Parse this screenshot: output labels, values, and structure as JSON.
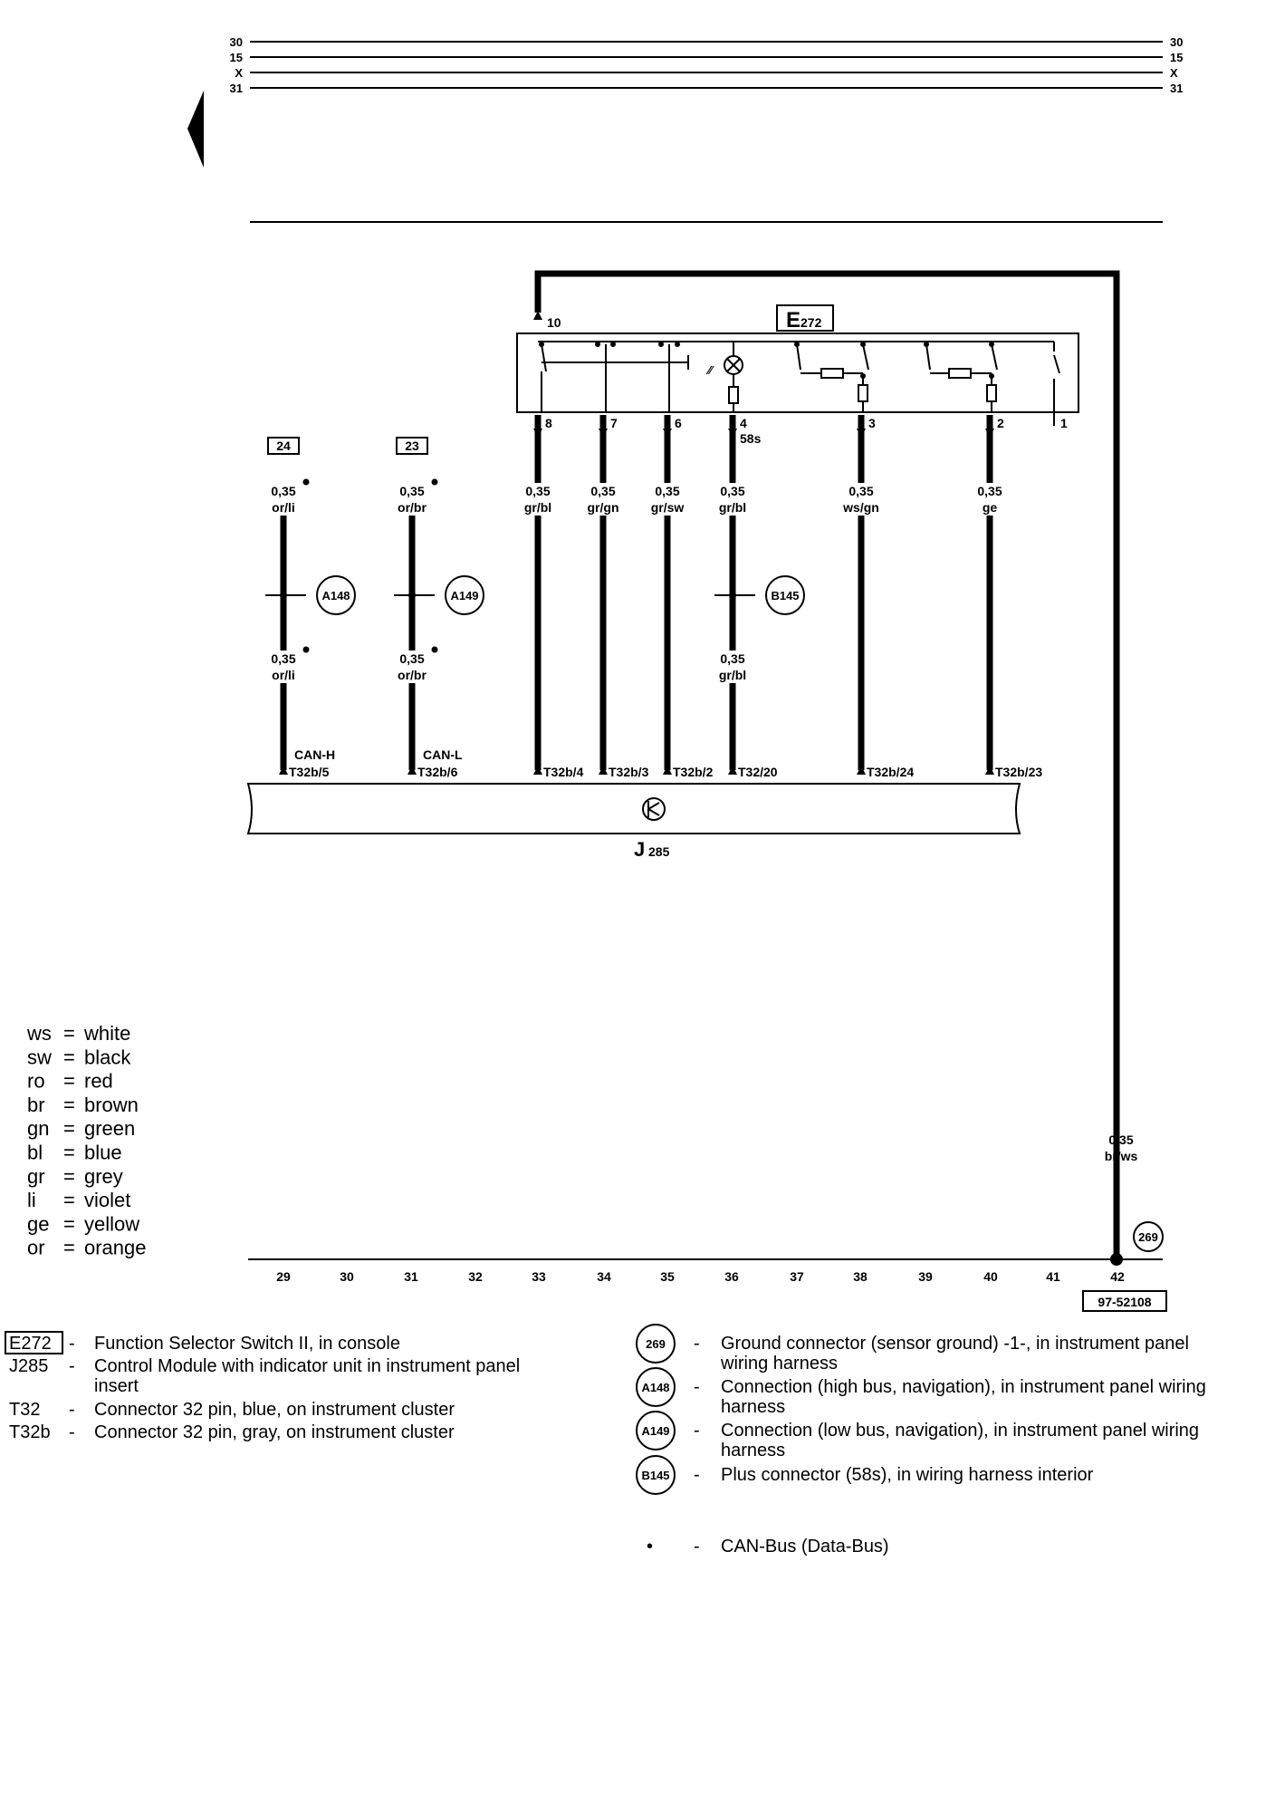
{
  "rails": [
    {
      "label": "30"
    },
    {
      "label": "15"
    },
    {
      "label": "X"
    },
    {
      "label": "31"
    }
  ],
  "component_E272": {
    "code": "E",
    "sub": "272"
  },
  "component_J285": {
    "code": "J",
    "sub": "285"
  },
  "wires": [
    {
      "id": "24",
      "size": "0,35",
      "color": "or/li",
      "size2": "0,35",
      "color2": "or/li",
      "bus": "CAN-H",
      "pin": "T32b/5",
      "connector": "A148"
    },
    {
      "id": "23",
      "size": "0,35",
      "color": "or/br",
      "size2": "0,35",
      "color2": "or/br",
      "bus": "CAN-L",
      "pin": "T32b/6",
      "connector": "A149"
    },
    {
      "e_pin": "8",
      "size": "0,35",
      "color": "gr/bl",
      "pin": "T32b/4"
    },
    {
      "e_pin": "7",
      "size": "0,35",
      "color": "gr/gn",
      "pin": "T32b/3"
    },
    {
      "e_pin": "6",
      "size": "0,35",
      "color": "gr/sw",
      "pin": "T32b/2"
    },
    {
      "e_pin": "4",
      "e_pin_note": "58s",
      "size": "0,35",
      "color": "gr/bl",
      "size2": "0,35",
      "color2": "gr/bl",
      "pin": "T32/20",
      "connector": "B145"
    },
    {
      "e_pin": "3",
      "size": "0,35",
      "color": "ws/gn",
      "pin": "T32b/24"
    },
    {
      "e_pin": "2",
      "size": "0,35",
      "color": "ge",
      "pin": "T32b/23"
    },
    {
      "e_pin": "1"
    }
  ],
  "ground_wire": {
    "e_pin": "10",
    "size": "0,35",
    "color": "br/ws",
    "ground": "269"
  },
  "tracks": [
    "29",
    "30",
    "31",
    "32",
    "33",
    "34",
    "35",
    "36",
    "37",
    "38",
    "39",
    "40",
    "41",
    "42"
  ],
  "diagram_id": "97-52108",
  "color_legend": [
    {
      "code": "ws",
      "name": "white"
    },
    {
      "code": "sw",
      "name": "black"
    },
    {
      "code": "ro",
      "name": "red"
    },
    {
      "code": "br",
      "name": "brown"
    },
    {
      "code": "gn",
      "name": "green"
    },
    {
      "code": "bl",
      "name": "blue"
    },
    {
      "code": "gr",
      "name": "grey"
    },
    {
      "code": "li",
      "name": "violet"
    },
    {
      "code": "ge",
      "name": "yellow"
    },
    {
      "code": "or",
      "name": "orange"
    }
  ],
  "components_key": [
    {
      "code": "E272",
      "boxed": true,
      "text1": "Function Selector Switch II, in console",
      "text2": ""
    },
    {
      "code": "J285",
      "boxed": false,
      "text1": "Control Module with indicator unit in instrument panel",
      "text2": "insert"
    },
    {
      "code": "T32",
      "boxed": false,
      "text1": "Connector 32 pin, blue, on instrument cluster",
      "text2": ""
    },
    {
      "code": "T32b",
      "boxed": false,
      "text1": "Connector 32 pin, gray, on instrument cluster",
      "text2": ""
    }
  ],
  "connectors_key": [
    {
      "code": "269",
      "text1": "Ground connector (sensor ground) -1-, in instrument panel",
      "text2": "wiring harness"
    },
    {
      "code": "A148",
      "text1": "Connection (high bus, navigation), in instrument panel wiring",
      "text2": "harness"
    },
    {
      "code": "A149",
      "text1": "Connection (low bus, navigation), in instrument panel wiring",
      "text2": "harness"
    },
    {
      "code": "B145",
      "text1": "Plus connector (58s), in wiring harness interior",
      "text2": ""
    }
  ],
  "bus_note": {
    "symbol": "•",
    "text": "CAN-Bus (Data-Bus)"
  },
  "dash": "-"
}
